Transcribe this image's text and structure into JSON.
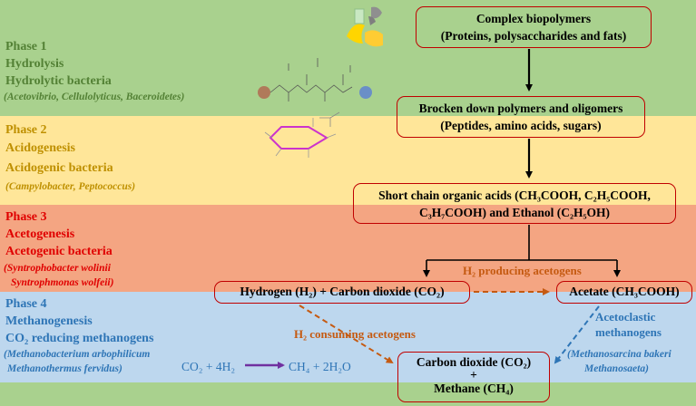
{
  "phases": [
    {
      "phase": "Phase 1",
      "process": "Hydrolysis",
      "organisms": "Hydrolytic bacteria",
      "examples": "(Acetovibrio, Cellulolyticus, Baceroidetes)"
    },
    {
      "phase": "Phase 2",
      "process": "Acidogenesis",
      "organisms": "Acidogenic bacteria",
      "examples": "(Campylobacter, Peptococcus)"
    },
    {
      "phase": "Phase 3",
      "process": "Acetogenesis",
      "organisms": "Acetogenic bacteria",
      "examples": [
        "(Syntrophobacter wolinii",
        "Syntrophmonas wolfeii)"
      ]
    },
    {
      "phase": "Phase 4",
      "process": "Methanogenesis",
      "organisms": "CO₂ reducing methanogens",
      "examples": [
        "(Methanobacterium arbophilicum",
        "Methanothermus fervidus)"
      ]
    }
  ],
  "boxes": {
    "biopolymers": [
      "Complex biopolymers",
      "(Proteins, polysaccharides and fats)"
    ],
    "oligomers": [
      "Brocken down polymers and oligomers",
      "(Peptides, amino acids, sugars)"
    ],
    "acids": [
      "Short chain organic acids (CH₃COOH, C₂H₅COOH,",
      "C₃H₇COOH) and Ethanol (C₂H₅OH)"
    ],
    "hydrogen_co2": "Hydrogen (H₂) + Carbon dioxide (CO₂)",
    "acetate": "Acetate (CH₃COOH)",
    "products": [
      "Carbon dioxide (CO₂)",
      "+",
      "Methane (CH₄)"
    ]
  },
  "labels": {
    "h2_producing": "H₂ producing acetogens",
    "h2_consuming": "H₂ consuming acetogens",
    "acetoclastic": [
      "Acetoclastic",
      "methanogens"
    ],
    "acetoclastic_examples": [
      "(Methanosarcina bakeri",
      "Methanosaeta)"
    ],
    "reaction_left": "CO₂ + 4H₂",
    "reaction_right": "CH₄ + 2H₂O"
  },
  "colors": {
    "phase1": "#a9d18e",
    "phase2": "#ffe699",
    "phase3": "#f4a582",
    "phase4": "#bdd7ee",
    "box_border": "#c00000",
    "dashed_arrow": "#c55a11",
    "blue_arrow": "#2e75b6",
    "reaction_arrow": "#7030a0"
  },
  "icons": [
    "food-waste-icon",
    "peptide-molecule-icon",
    "glucose-molecule-icon"
  ]
}
